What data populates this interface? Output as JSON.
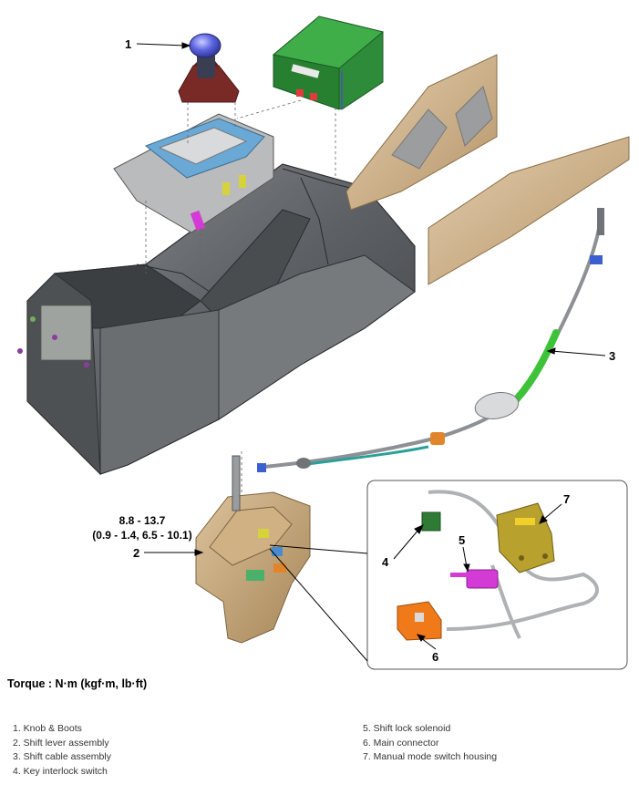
{
  "callouts": {
    "c1": "1",
    "c2": "2",
    "c3": "3",
    "c4": "4",
    "c5": "5",
    "c6": "6",
    "c7": "7"
  },
  "torque": {
    "value_nm": "8.8 - 13.7",
    "value_alt": "(0.9 - 1.4, 6.5 - 10.1)",
    "heading": "Torque : N·m (kgf·m, lb·ft)"
  },
  "legend": {
    "left": [
      "1. Knob & Boots",
      "2. Shift lever assembly",
      "3. Shift cable assembly",
      "4. Key interlock switch"
    ],
    "right": [
      "5. Shift lock solenoid",
      "6. Main connector",
      "7. Manual mode switch housing"
    ]
  },
  "colors": {
    "console": "#55585b",
    "trim": "#c9ad86",
    "lever": "#c4a57a",
    "cable_green": "#3dc23a",
    "connector_orange": "#f07a1a",
    "solenoid_magenta": "#d43ad6",
    "switch_green": "#2f7b36",
    "housing_olive": "#b9a12e",
    "knob_blue": "#5c64e0",
    "boot_red": "#7a2a26"
  }
}
